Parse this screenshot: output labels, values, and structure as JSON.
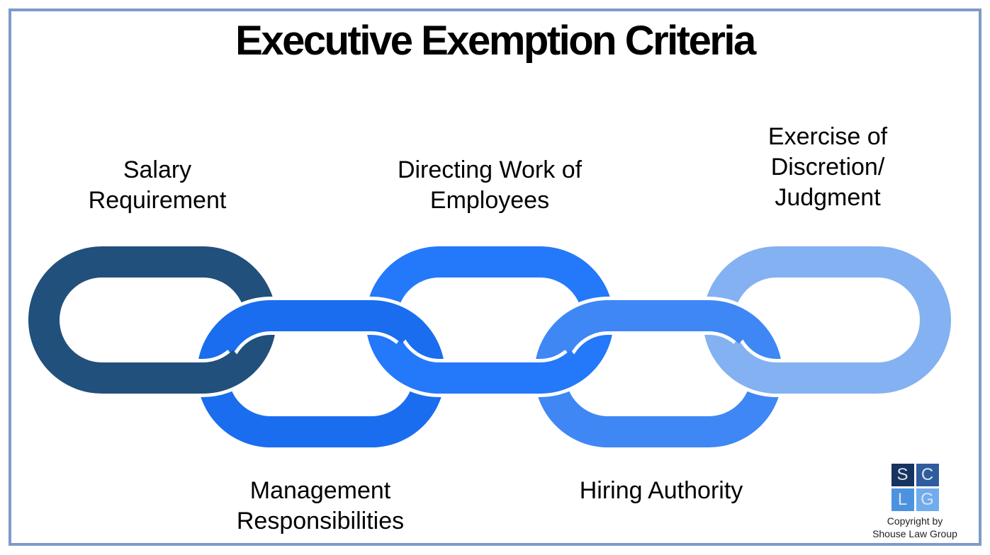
{
  "title": "Executive Exemption Criteria",
  "criteria": [
    {
      "name": "salary-requirement",
      "lines": [
        "Salary",
        "Requirement"
      ],
      "label_position": "top",
      "link_color": "#21507C"
    },
    {
      "name": "management-responsibilities",
      "lines": [
        "Management",
        "Responsibilities"
      ],
      "label_position": "bottom",
      "link_color": "#1A6DEE"
    },
    {
      "name": "directing-work-of-employees",
      "lines": [
        "Directing Work of",
        "Employees"
      ],
      "label_position": "top",
      "link_color": "#2478FA"
    },
    {
      "name": "hiring-authority",
      "lines": [
        "Hiring Authority"
      ],
      "label_position": "bottom",
      "link_color": "#3E87F5"
    },
    {
      "name": "exercise-of-discretion-judgment",
      "lines": [
        "Exercise of",
        "Discretion/",
        "Judgment"
      ],
      "label_position": "top",
      "link_color": "#84B1F1"
    }
  ],
  "logo": {
    "tiles": [
      {
        "letter": "S",
        "color": "#17335F"
      },
      {
        "letter": "C",
        "color": "#2F5C9F"
      },
      {
        "letter": "L",
        "color": "#4B93E0"
      },
      {
        "letter": "G",
        "color": "#70ACEE"
      }
    ],
    "copyright": [
      "Copyright by",
      "Shouse Law Group"
    ]
  },
  "frame": {
    "border_color": "#7D9BC9",
    "background": "#FFFFFF",
    "halo_color": "#FFFFFF"
  }
}
